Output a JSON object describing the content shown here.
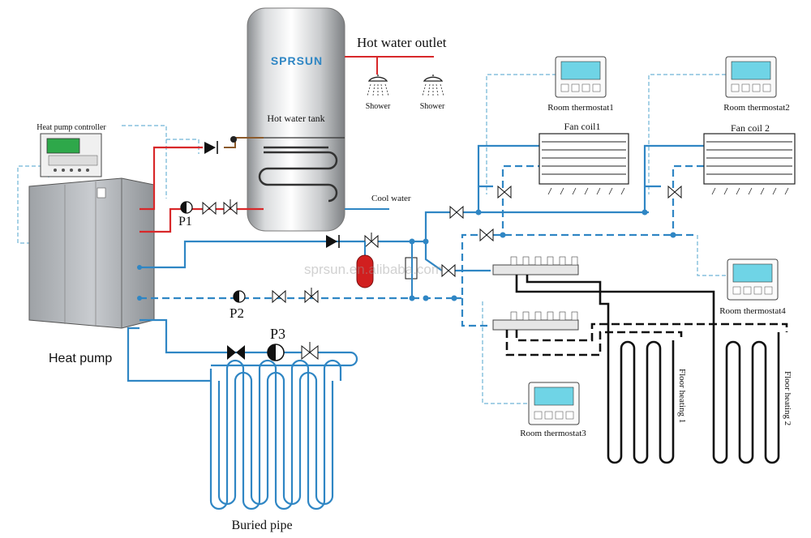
{
  "labels": {
    "hot_water_outlet": "Hot water outlet",
    "shower_1": "Shower",
    "shower_2": "Shower",
    "tank_brand": "SPRSUN",
    "hot_water_tank": "Hot water tank",
    "cool_water": "Cool water",
    "heat_pump_controller": "Heat pump controller",
    "heat_pump": "Heat pump",
    "pump_p1": "P1",
    "pump_p2": "P2",
    "pump_p3": "P3",
    "buried_pipe": "Buried pipe",
    "room_thermostat_1": "Room thermostat1",
    "room_thermostat_2": "Room thermostat2",
    "room_thermostat_3": "Room thermostat3",
    "room_thermostat_4": "Room thermostat4",
    "fan_coil_1": "Fan coil1",
    "fan_coil_2": "Fan coil 2",
    "floor_heating_1": "Floor heating 1",
    "floor_heating_2": "Floor heating 2",
    "watermark": "sprsun.en.alibaba.com"
  },
  "colors": {
    "water_pipe": "#2f86c4",
    "hot_pipe": "#d8282a",
    "floor_pipe": "#111111",
    "signal_line": "#6fb3d6",
    "expansion_tank": "#d11f1f",
    "display": "#6fd4e6"
  }
}
